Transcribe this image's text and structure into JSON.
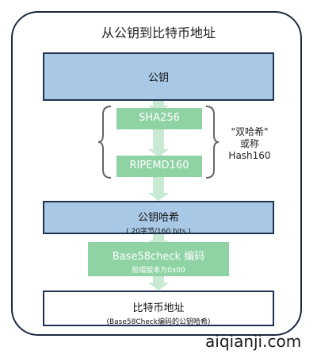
{
  "title": "从公钥到比特币地址",
  "nodes": {
    "public_key": {
      "label": "公钥"
    },
    "sha256": {
      "label": "SHA256"
    },
    "ripemd160": {
      "label": "RIPEMD160"
    },
    "pubkey_hash": {
      "label": "公钥哈希",
      "sublabel": "( 20字节/160 bits )"
    },
    "base58check": {
      "label": "Base58check 编码",
      "sublabel": "前缀版本为0x00"
    },
    "address": {
      "label": "比特币地址",
      "sublabel": "(Base58Check编码的公钥哈希)"
    }
  },
  "side_note": {
    "line1": "\"双哈希\"",
    "line2": "或称",
    "line3": "Hash160"
  },
  "watermark": "aiqianji.com",
  "colors": {
    "blue_box": "#a9c8e6",
    "green_box": "#8fd3a4",
    "arrow": "#c8e9d2",
    "border": "#1f3250"
  }
}
